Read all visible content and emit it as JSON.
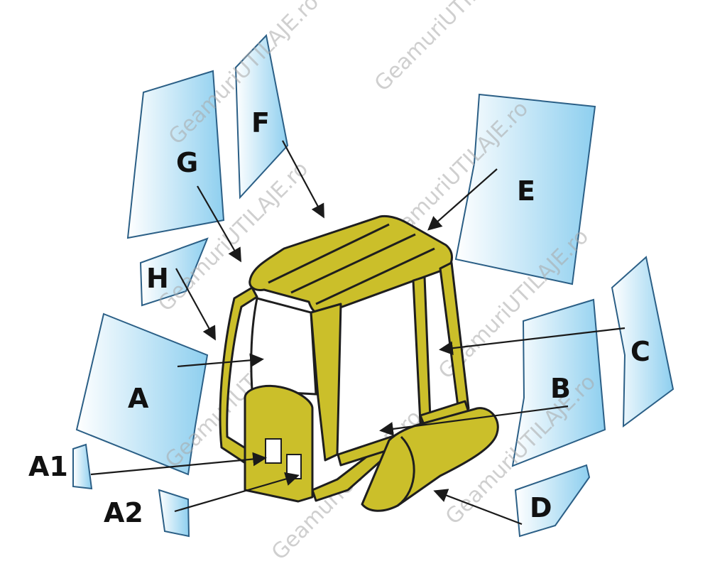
{
  "labels": {
    "a": "A",
    "a1": "A1",
    "a2": "A2",
    "b": "B",
    "c": "C",
    "d": "D",
    "e": "E",
    "f": "F",
    "g": "G",
    "h": "H"
  },
  "watermark": "GeamuriUTILAJE.ro",
  "colors": {
    "glass_light": "#ffffff",
    "glass_blue": "#8ecfef",
    "glass_outline": "#2b5f86",
    "cab_yellow": "#cbbf2a",
    "outline_dark": "#1e1e1e"
  }
}
